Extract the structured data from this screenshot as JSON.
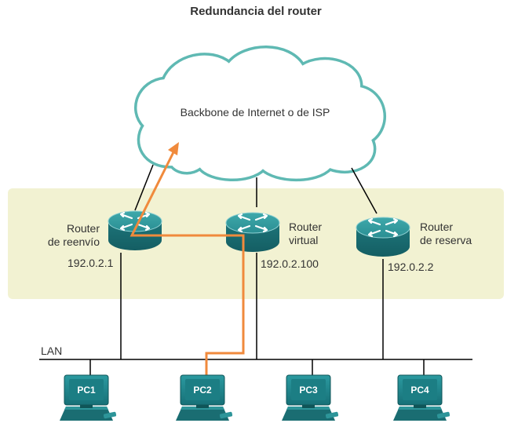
{
  "title": "Redundancia del router",
  "cloud": {
    "label": "Backbone de Internet o de ISP"
  },
  "routers": [
    {
      "line1": "Router",
      "line2": "de reenvío",
      "ip": "192.0.2.1"
    },
    {
      "line1": "Router",
      "line2": "virtual",
      "ip": "192.0.2.100"
    },
    {
      "line1": "Router",
      "line2": "de reserva",
      "ip": "192.0.2.2"
    }
  ],
  "lan": {
    "label": "LAN"
  },
  "pcs": [
    "PC1",
    "PC2",
    "PC3",
    "PC4"
  ],
  "colors": {
    "zone": "#f2f2d2",
    "cloud_stroke": "#5fb9b3",
    "router": "#1f7f85",
    "traffic_path": "#f08a3c",
    "pc": "#1f7f85"
  }
}
